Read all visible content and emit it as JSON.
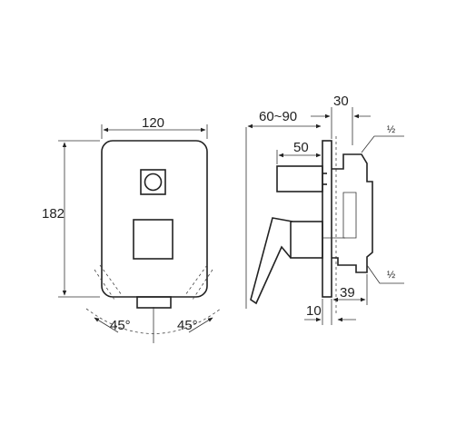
{
  "front_view": {
    "width_label": "120",
    "height_label": "182",
    "angle_left_label": "45°",
    "angle_right_label": "45°"
  },
  "side_view": {
    "depth_range_label": "60~90",
    "top_offset_label": "30",
    "handle_depth_label": "50",
    "wall_offset_label": "10",
    "body_depth_label": "39",
    "inlet_top_label": "½",
    "inlet_bottom_label": "½"
  }
}
